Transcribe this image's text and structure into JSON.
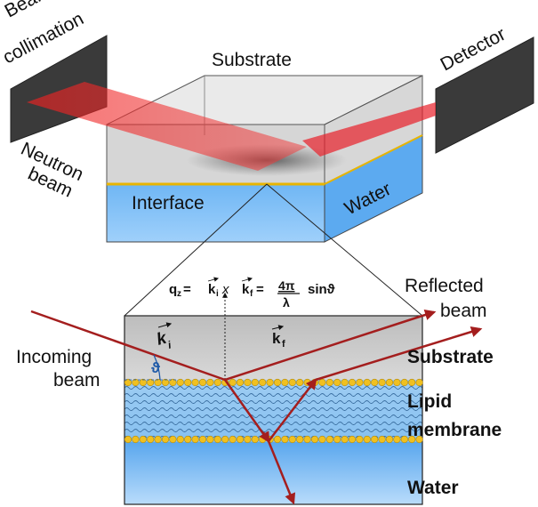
{
  "labels": {
    "beam_collimation_1": "Beam",
    "beam_collimation_2": "collimation",
    "detector": "Detector",
    "substrate_top": "Substrate",
    "neutron_1": "Neutron",
    "neutron_2": "beam",
    "interface": "Interface",
    "water_top": "Water",
    "reflected_1": "Reflected",
    "reflected_2": "beam",
    "incoming_1": "Incoming",
    "incoming_2": "beam",
    "substrate_side": "Substrate",
    "lipid_1": "Lipid",
    "lipid_2": "membrane",
    "water_side": "Water",
    "theta": "ϑ",
    "ki": "k",
    "ki_sub": "i",
    "kf": "k",
    "kf_sub": "f"
  },
  "formula": {
    "qz": "q",
    "qz_sub": "z",
    "eq": " = ",
    "ki": "k",
    "ki_sub": "i",
    "times": " x ",
    "kf": "k",
    "kf_sub": "f",
    "eq2": " = ",
    "numerator": "4π",
    "denominator": "λ",
    "sin": "sinϑ"
  },
  "colors": {
    "beam_red": "#e8202a",
    "arrow_red": "#a41e1e",
    "water_blue": "#4da4f0",
    "substrate_gray": "#c8c8c8",
    "lipid_head": "#f0c020",
    "interface_line": "#e8b400"
  }
}
